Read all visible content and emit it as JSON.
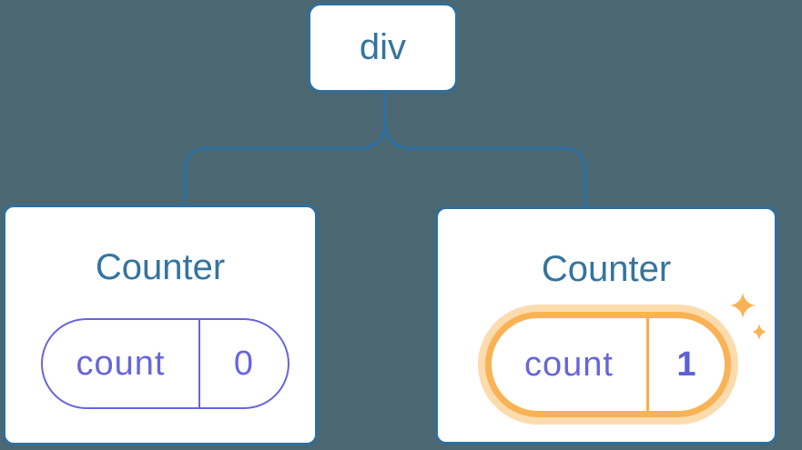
{
  "diagram": {
    "description": "React component tree diagram: a div root with two Counter children, each holding a count state pill; the second Counter's state is highlighted with sparkles",
    "root": {
      "label": "div"
    },
    "children": [
      {
        "title": "Counter",
        "state": {
          "key": "count",
          "value": "0"
        },
        "highlighted": false
      },
      {
        "title": "Counter",
        "state": {
          "key": "count",
          "value": "1"
        },
        "highlighted": true
      }
    ],
    "colors": {
      "background": "#4b6771",
      "connector_blue": "#2e6f9e",
      "text_blue": "#35749e",
      "state_indigo": "#6765db",
      "highlight_orange": "#f9b254",
      "highlight_glow": "#fcdcae",
      "card_background": "#ffffff"
    },
    "icons": {
      "sparkle": "four-point-star-sparkles"
    }
  }
}
